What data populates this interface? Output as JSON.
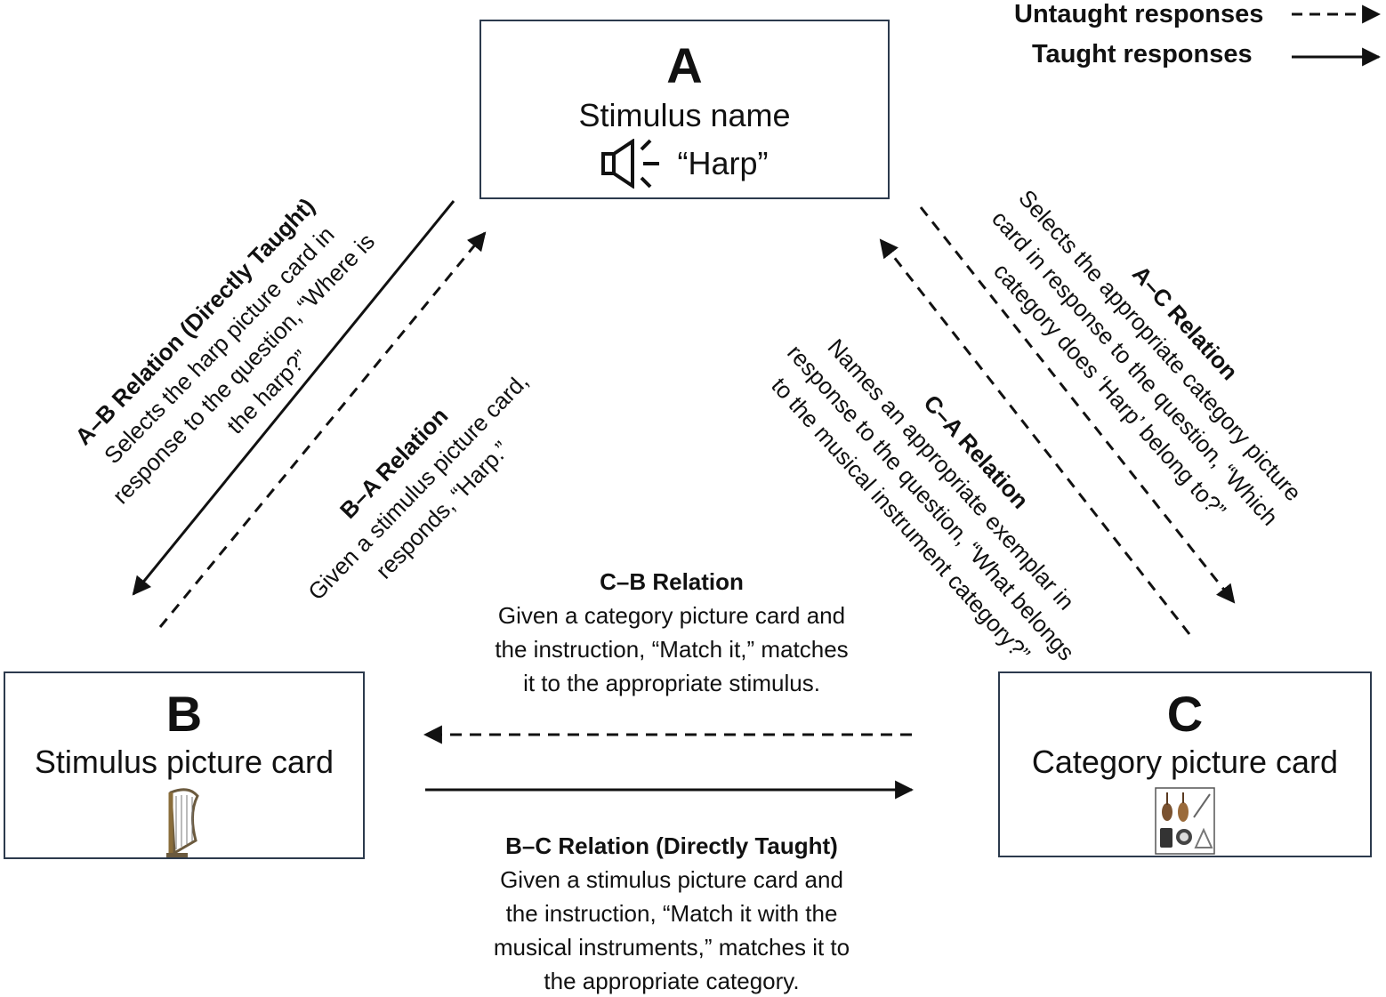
{
  "legend": {
    "untaught": "Untaught responses",
    "taught": "Taught responses"
  },
  "nodes": {
    "a": {
      "letter": "A",
      "title": "Stimulus name",
      "speech": "“Harp”",
      "icon": "speaker-icon"
    },
    "b": {
      "letter": "B",
      "title": "Stimulus picture card",
      "icon": "harp-icon"
    },
    "c": {
      "letter": "C",
      "title": "Category picture card",
      "icon": "musical-instruments-icon"
    }
  },
  "relations": {
    "ab": {
      "title": "A–B Relation (Directly Taught)",
      "lines": [
        "Selects the harp picture card in",
        "response to the question, “Where is",
        "the harp?”"
      ]
    },
    "ba": {
      "title": "B–A Relation",
      "lines": [
        "Given a stimulus picture card,",
        "responds, “Harp.”"
      ]
    },
    "ac": {
      "title": "A–C Relation",
      "lines": [
        "Selects the appropriate category picture",
        "card in response to the question, “Which",
        "category does ‘Harp’ belong to?”"
      ]
    },
    "ca": {
      "title": "C–A Relation",
      "lines": [
        "Names an appropriate exemplar in",
        "response to the question, “What belongs",
        "to the musical instrument category?”"
      ]
    },
    "cb": {
      "title": "C–B Relation",
      "lines": [
        "Given a category picture card and",
        "the instruction, “Match it,” matches",
        "it to the appropriate stimulus."
      ]
    },
    "bc": {
      "title": "B–C Relation (Directly Taught)",
      "lines": [
        "Given a stimulus picture card and",
        "the instruction, “Match it with the",
        "musical instruments,” matches it to",
        "the appropriate category."
      ]
    }
  },
  "colors": {
    "box_border": "#2c3a4d",
    "ink": "#111111"
  }
}
